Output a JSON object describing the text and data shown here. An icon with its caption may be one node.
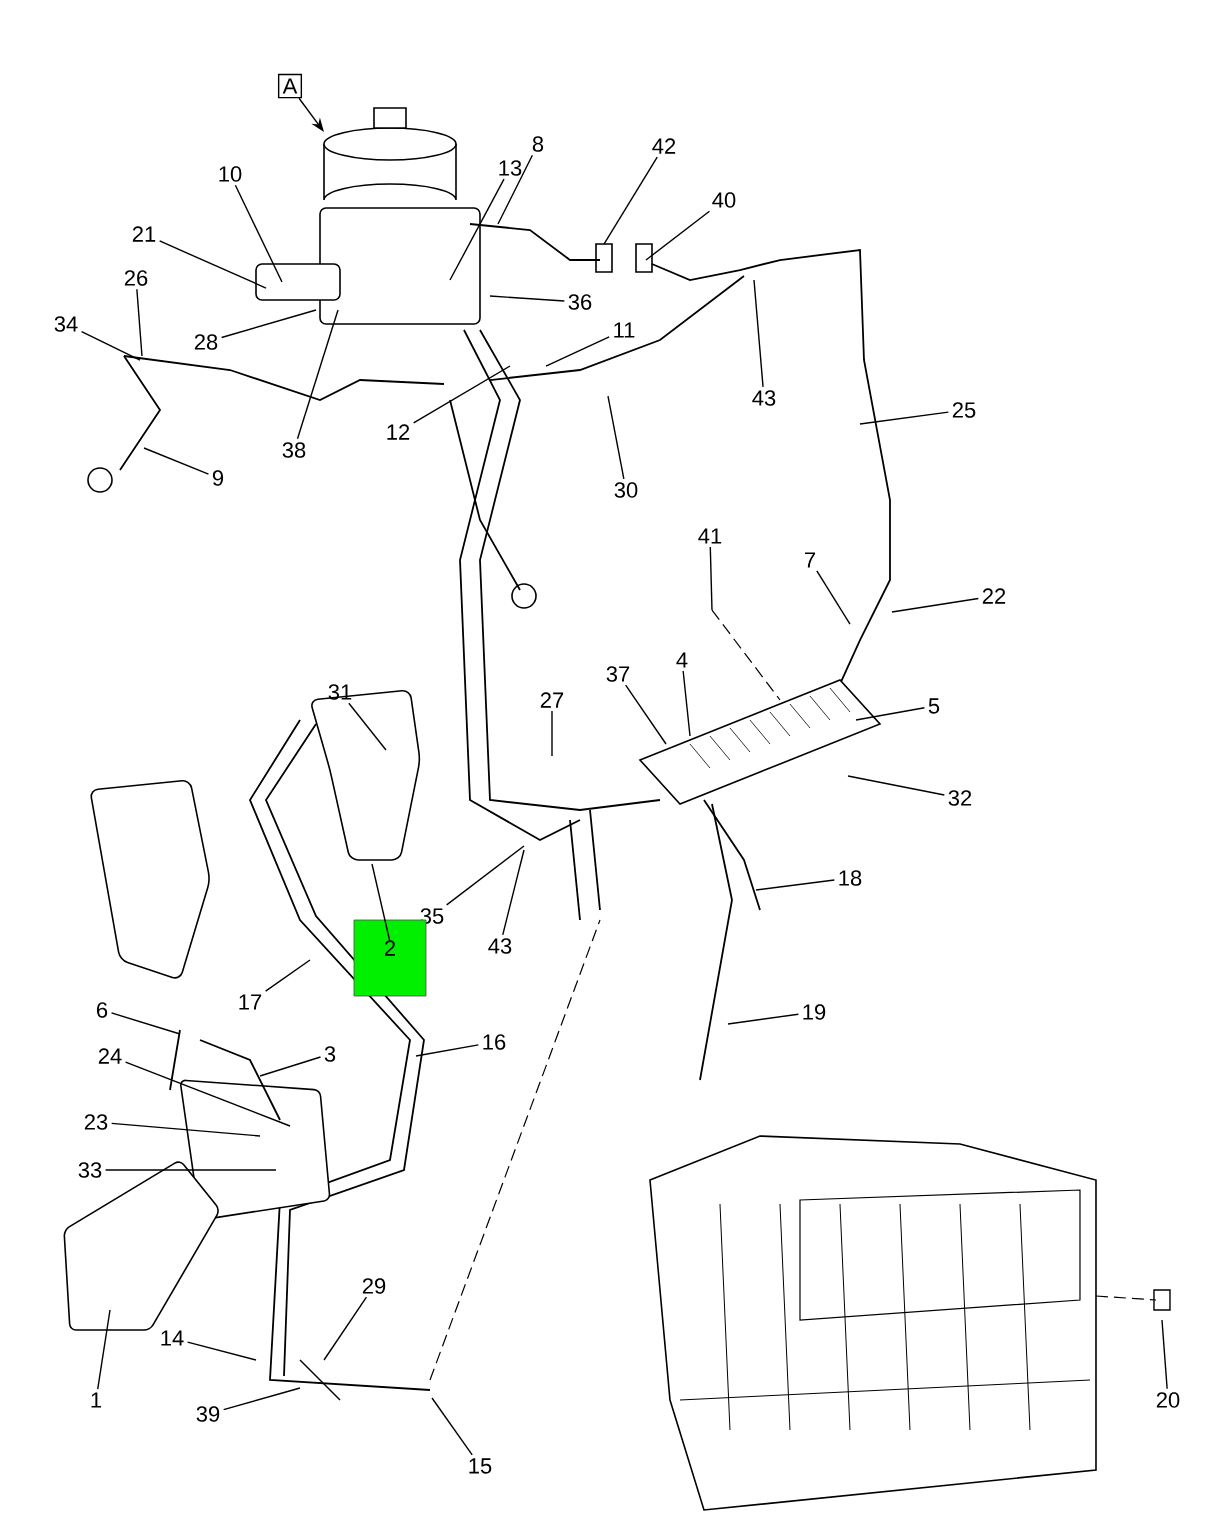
{
  "diagram": {
    "nodes": [
      {
        "text": [
          "A"
        ]
      },
      {
        "text": [
          "8"
        ]
      },
      {
        "text": [
          "42"
        ]
      },
      {
        "text": [
          "10"
        ]
      },
      {
        "text": [
          "13"
        ]
      },
      {
        "text": [
          "40"
        ]
      },
      {
        "text": [
          "21"
        ]
      },
      {
        "text": [
          "26"
        ]
      },
      {
        "text": [
          "34"
        ]
      },
      {
        "text": [
          "36"
        ]
      },
      {
        "text": [
          "28"
        ]
      },
      {
        "text": [
          "11"
        ]
      },
      {
        "text": [
          "43"
        ]
      },
      {
        "text": [
          "12"
        ]
      },
      {
        "text": [
          "38"
        ]
      },
      {
        "text": [
          "25"
        ]
      },
      {
        "text": [
          "9"
        ]
      },
      {
        "text": [
          "30"
        ]
      },
      {
        "text": [
          "41"
        ]
      },
      {
        "text": [
          "7"
        ]
      },
      {
        "text": [
          "22"
        ]
      },
      {
        "text": [
          "4"
        ]
      },
      {
        "text": [
          "37"
        ]
      },
      {
        "text": [
          "31"
        ]
      },
      {
        "text": [
          "27"
        ]
      },
      {
        "text": [
          "5"
        ]
      },
      {
        "text": [
          "32"
        ]
      },
      {
        "text": [
          "18"
        ]
      },
      {
        "text": [
          "35"
        ]
      },
      {
        "text": [
          "43"
        ]
      },
      {
        "text": [
          "2"
        ]
      },
      {
        "text": [
          "17"
        ]
      },
      {
        "text": [
          "6"
        ]
      },
      {
        "text": [
          "19"
        ]
      },
      {
        "text": [
          "16"
        ]
      },
      {
        "text": [
          "3"
        ]
      },
      {
        "text": [
          "24"
        ]
      },
      {
        "text": [
          "23"
        ]
      },
      {
        "text": [
          "33"
        ]
      },
      {
        "text": [
          "29"
        ]
      },
      {
        "text": [
          "14"
        ]
      },
      {
        "text": [
          "1"
        ]
      },
      {
        "text": [
          "20"
        ]
      },
      {
        "text": [
          "39"
        ]
      },
      {
        "text": [
          "15"
        ]
      }
    ],
    "edges": [
      {
        "from": 0,
        "to": null,
        "arrow": "to"
      },
      {
        "from": 1,
        "to": null,
        "arrow": "none"
      },
      {
        "from": 2,
        "to": null,
        "arrow": "none"
      },
      {
        "from": 3,
        "to": null,
        "arrow": "none"
      },
      {
        "from": 4,
        "to": null,
        "arrow": "none"
      },
      {
        "from": 5,
        "to": null,
        "arrow": "none"
      },
      {
        "from": 6,
        "to": null,
        "arrow": "none"
      },
      {
        "from": 7,
        "to": null,
        "arrow": "none"
      },
      {
        "from": 8,
        "to": null,
        "arrow": "none"
      },
      {
        "from": 9,
        "to": null,
        "arrow": "none"
      },
      {
        "from": 10,
        "to": null,
        "arrow": "none"
      },
      {
        "from": 11,
        "to": null,
        "arrow": "none"
      },
      {
        "from": 12,
        "to": null,
        "arrow": "none"
      },
      {
        "from": 13,
        "to": null,
        "arrow": "none"
      },
      {
        "from": 14,
        "to": null,
        "arrow": "none"
      },
      {
        "from": 15,
        "to": null,
        "arrow": "none"
      },
      {
        "from": 16,
        "to": null,
        "arrow": "none"
      },
      {
        "from": 17,
        "to": null,
        "arrow": "none"
      },
      {
        "from": 18,
        "to": null,
        "arrow": "none"
      },
      {
        "from": 19,
        "to": null,
        "arrow": "none"
      },
      {
        "from": 20,
        "to": null,
        "arrow": "none"
      },
      {
        "from": 21,
        "to": null,
        "arrow": "none"
      },
      {
        "from": 22,
        "to": null,
        "arrow": "none"
      },
      {
        "from": 23,
        "to": null,
        "arrow": "none"
      },
      {
        "from": 24,
        "to": null,
        "arrow": "none"
      },
      {
        "from": 25,
        "to": null,
        "arrow": "none"
      },
      {
        "from": 26,
        "to": null,
        "arrow": "none"
      },
      {
        "from": 27,
        "to": null,
        "arrow": "none"
      },
      {
        "from": 28,
        "to": null,
        "arrow": "none"
      },
      {
        "from": 29,
        "to": null,
        "arrow": "none"
      },
      {
        "from": 30,
        "to": null,
        "arrow": "none"
      },
      {
        "from": 31,
        "to": null,
        "arrow": "none"
      },
      {
        "from": 32,
        "to": null,
        "arrow": "none"
      },
      {
        "from": 33,
        "to": null,
        "arrow": "none"
      },
      {
        "from": 34,
        "to": null,
        "arrow": "none"
      },
      {
        "from": 35,
        "to": null,
        "arrow": "none"
      },
      {
        "from": 36,
        "to": null,
        "arrow": "none"
      },
      {
        "from": 37,
        "to": null,
        "arrow": "none"
      },
      {
        "from": 38,
        "to": null,
        "arrow": "none"
      },
      {
        "from": 39,
        "to": null,
        "arrow": "none"
      },
      {
        "from": 40,
        "to": null,
        "arrow": "none"
      },
      {
        "from": 41,
        "to": null,
        "arrow": "none"
      },
      {
        "from": 42,
        "to": null,
        "arrow": "none"
      },
      {
        "from": 43,
        "to": null,
        "arrow": "none"
      },
      {
        "from": 44,
        "to": null,
        "arrow": "none"
      }
    ]
  }
}
